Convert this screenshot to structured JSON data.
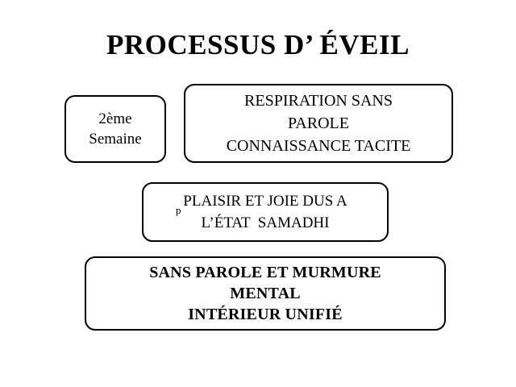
{
  "slide": {
    "background_color": "#ffffff",
    "text_color": "#000000",
    "border_color": "#000000",
    "title": "PROCESSUS D’ ÉVEIL"
  },
  "boxes": {
    "week": {
      "lines": [
        "2ème",
        "Semaine"
      ]
    },
    "respiration": {
      "lines": [
        "RESPIRATION SANS",
        "PAROLE",
        "CONNAISSANCE TACITE"
      ]
    },
    "plaisir": {
      "lines": [
        "PLAISIR ET JOIE DUS A",
        "L’ÉTAT  SAMADHI"
      ],
      "artifact_glyph": "p"
    },
    "sans_parole": {
      "lines": [
        "SANS PAROLE ET MURMURE",
        "MENTAL",
        "INTÉRIEUR UNIFIÉ"
      ]
    }
  }
}
